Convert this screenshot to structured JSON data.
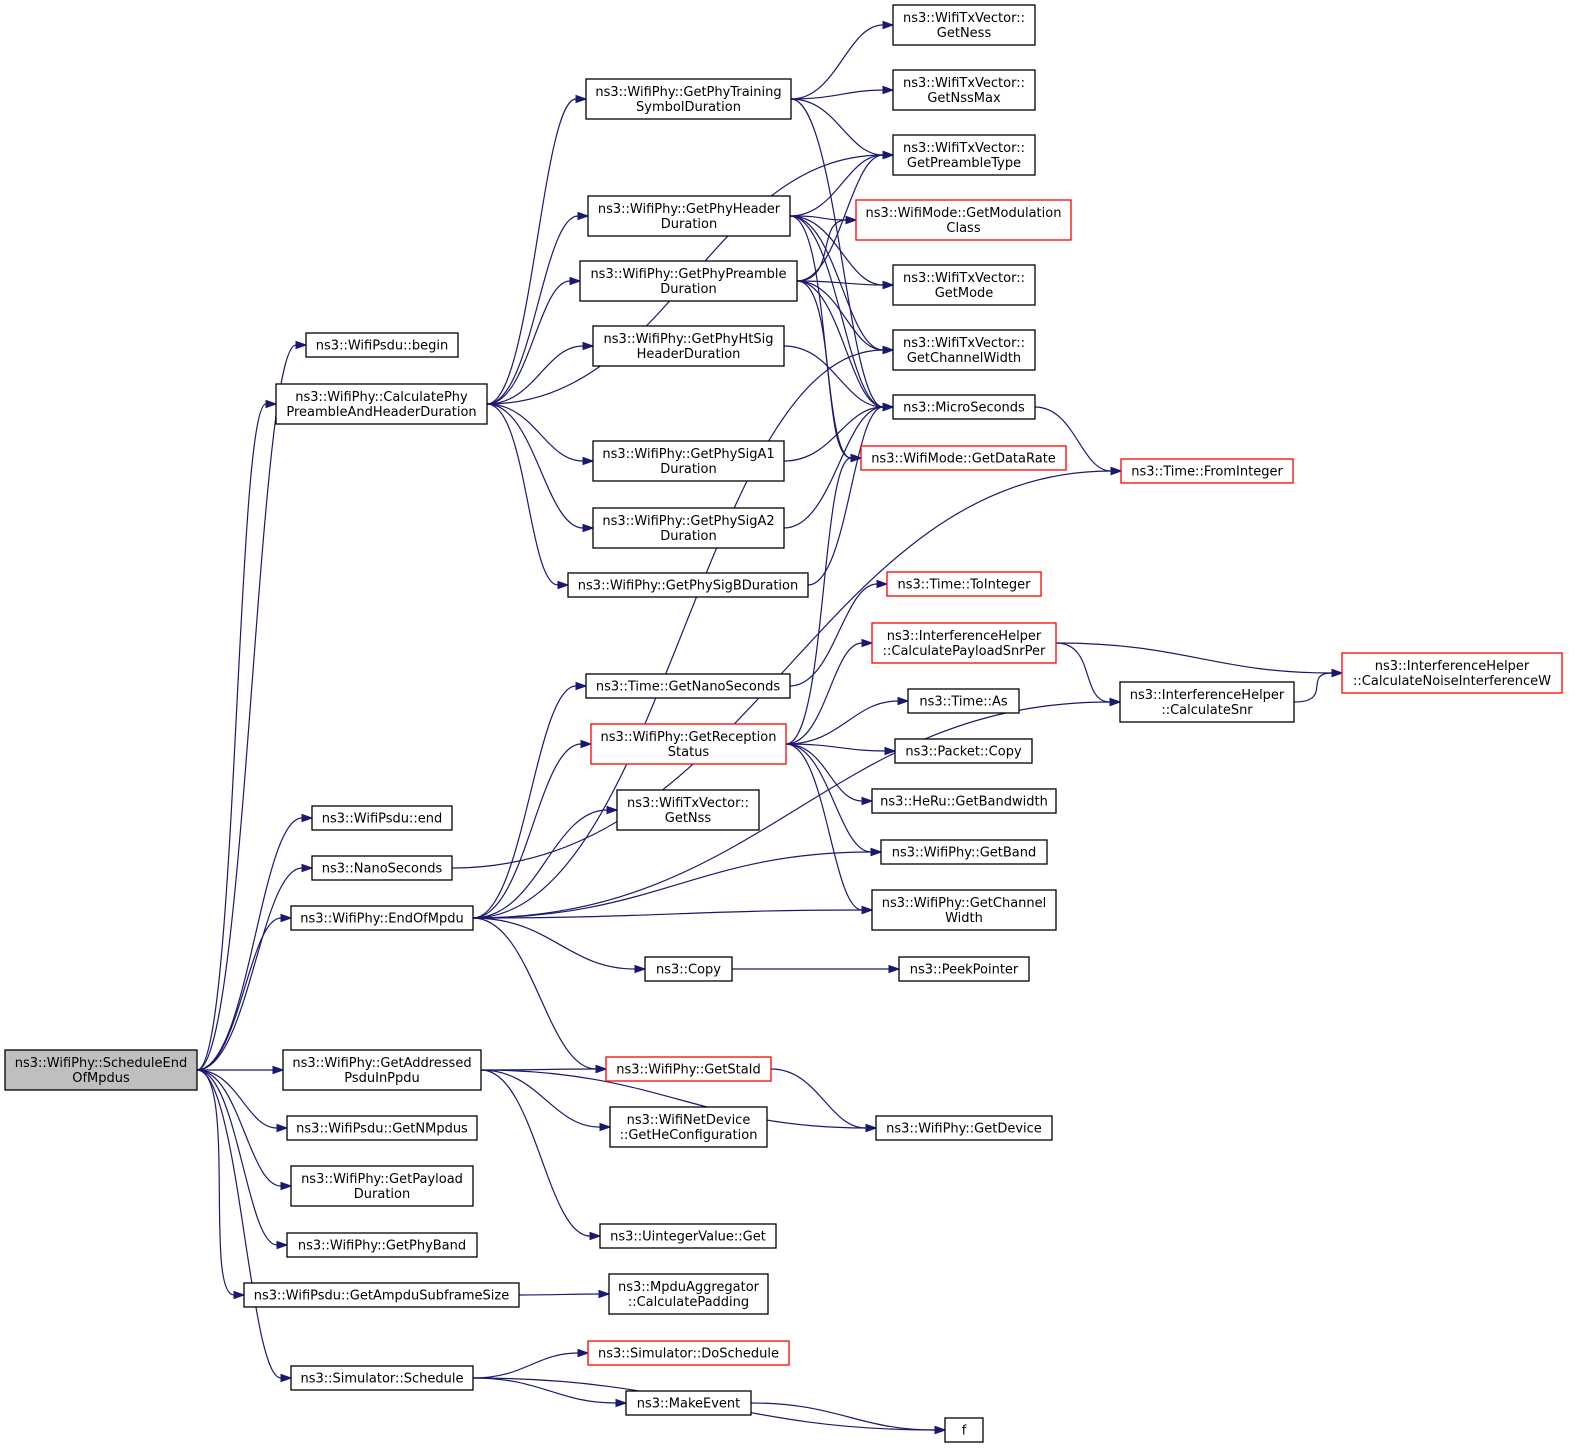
{
  "diagram": {
    "root": "n_root",
    "nodes": [
      {
        "id": "n_root",
        "lines": [
          "ns3::WifiPhy::ScheduleEnd",
          "OfMpdus"
        ],
        "kind": "root"
      },
      {
        "id": "n_begin",
        "lines": [
          "ns3::WifiPsdu::begin"
        ],
        "kind": "normal"
      },
      {
        "id": "n_calcpre",
        "lines": [
          "ns3::WifiPhy::CalculatePhy",
          "PreambleAndHeaderDuration"
        ],
        "kind": "normal"
      },
      {
        "id": "n_end",
        "lines": [
          "ns3::WifiPsdu::end"
        ],
        "kind": "normal"
      },
      {
        "id": "n_nanos",
        "lines": [
          "ns3::NanoSeconds"
        ],
        "kind": "normal"
      },
      {
        "id": "n_endofmpdu",
        "lines": [
          "ns3::WifiPhy::EndOfMpdu"
        ],
        "kind": "normal"
      },
      {
        "id": "n_getaddr",
        "lines": [
          "ns3::WifiPhy::GetAddressed",
          "PsduInPpdu"
        ],
        "kind": "normal"
      },
      {
        "id": "n_getnmpdus",
        "lines": [
          "ns3::WifiPsdu::GetNMpdus"
        ],
        "kind": "normal"
      },
      {
        "id": "n_getpayload",
        "lines": [
          "ns3::WifiPhy::GetPayload",
          "Duration"
        ],
        "kind": "normal"
      },
      {
        "id": "n_getphyband",
        "lines": [
          "ns3::WifiPhy::GetPhyBand"
        ],
        "kind": "normal"
      },
      {
        "id": "n_ampdusub",
        "lines": [
          "ns3::WifiPsdu::GetAmpduSubframeSize"
        ],
        "kind": "normal"
      },
      {
        "id": "n_simsched",
        "lines": [
          "ns3::Simulator::Schedule"
        ],
        "kind": "normal"
      },
      {
        "id": "n_training",
        "lines": [
          "ns3::WifiPhy::GetPhyTraining",
          "SymbolDuration"
        ],
        "kind": "normal"
      },
      {
        "id": "n_header",
        "lines": [
          "ns3::WifiPhy::GetPhyHeader",
          "Duration"
        ],
        "kind": "normal"
      },
      {
        "id": "n_preamble",
        "lines": [
          "ns3::WifiPhy::GetPhyPreamble",
          "Duration"
        ],
        "kind": "normal"
      },
      {
        "id": "n_htsig",
        "lines": [
          "ns3::WifiPhy::GetPhyHtSig",
          "HeaderDuration"
        ],
        "kind": "normal"
      },
      {
        "id": "n_siga1",
        "lines": [
          "ns3::WifiPhy::GetPhySigA1",
          "Duration"
        ],
        "kind": "normal"
      },
      {
        "id": "n_siga2",
        "lines": [
          "ns3::WifiPhy::GetPhySigA2",
          "Duration"
        ],
        "kind": "normal"
      },
      {
        "id": "n_sigb",
        "lines": [
          "ns3::WifiPhy::GetPhySigBDuration"
        ],
        "kind": "normal"
      },
      {
        "id": "n_getnanosec",
        "lines": [
          "ns3::Time::GetNanoSeconds"
        ],
        "kind": "normal"
      },
      {
        "id": "n_recstatus",
        "lines": [
          "ns3::WifiPhy::GetReception",
          "Status"
        ],
        "kind": "red"
      },
      {
        "id": "n_getnss",
        "lines": [
          "ns3::WifiTxVector::",
          "GetNss"
        ],
        "kind": "normal"
      },
      {
        "id": "n_copy",
        "lines": [
          "ns3::Copy"
        ],
        "kind": "normal"
      },
      {
        "id": "n_getstaid",
        "lines": [
          "ns3::WifiPhy::GetStaId"
        ],
        "kind": "red"
      },
      {
        "id": "n_hecfg",
        "lines": [
          "ns3::WifiNetDevice",
          "::GetHeConfiguration"
        ],
        "kind": "normal"
      },
      {
        "id": "n_uintget",
        "lines": [
          "ns3::UintegerValue::Get"
        ],
        "kind": "normal"
      },
      {
        "id": "n_calcpad",
        "lines": [
          "ns3::MpduAggregator",
          "::CalculatePadding"
        ],
        "kind": "normal"
      },
      {
        "id": "n_dosched",
        "lines": [
          "ns3::Simulator::DoSchedule"
        ],
        "kind": "red"
      },
      {
        "id": "n_makeevent",
        "lines": [
          "ns3::MakeEvent"
        ],
        "kind": "normal"
      },
      {
        "id": "n_getness",
        "lines": [
          "ns3::WifiTxVector::",
          "GetNess"
        ],
        "kind": "normal"
      },
      {
        "id": "n_getnssmax",
        "lines": [
          "ns3::WifiTxVector::",
          "GetNssMax"
        ],
        "kind": "normal"
      },
      {
        "id": "n_preambletype",
        "lines": [
          "ns3::WifiTxVector::",
          "GetPreambleType"
        ],
        "kind": "normal"
      },
      {
        "id": "n_modclass",
        "lines": [
          "ns3::WifiMode::GetModulation",
          "Class"
        ],
        "kind": "red"
      },
      {
        "id": "n_getmode",
        "lines": [
          "ns3::WifiTxVector::",
          "GetMode"
        ],
        "kind": "normal"
      },
      {
        "id": "n_chwidthtx",
        "lines": [
          "ns3::WifiTxVector::",
          "GetChannelWidth"
        ],
        "kind": "normal"
      },
      {
        "id": "n_micro",
        "lines": [
          "ns3::MicroSeconds"
        ],
        "kind": "normal"
      },
      {
        "id": "n_datarate",
        "lines": [
          "ns3::WifiMode::GetDataRate"
        ],
        "kind": "red"
      },
      {
        "id": "n_tointeger",
        "lines": [
          "ns3::Time::ToInteger"
        ],
        "kind": "red"
      },
      {
        "id": "n_calcpsnr",
        "lines": [
          "ns3::InterferenceHelper",
          "::CalculatePayloadSnrPer"
        ],
        "kind": "red"
      },
      {
        "id": "n_timeas",
        "lines": [
          "ns3::Time::As"
        ],
        "kind": "normal"
      },
      {
        "id": "n_pktcopy",
        "lines": [
          "ns3::Packet::Copy"
        ],
        "kind": "normal"
      },
      {
        "id": "n_herubw",
        "lines": [
          "ns3::HeRu::GetBandwidth"
        ],
        "kind": "normal"
      },
      {
        "id": "n_getband",
        "lines": [
          "ns3::WifiPhy::GetBand"
        ],
        "kind": "normal"
      },
      {
        "id": "n_chwidthphy",
        "lines": [
          "ns3::WifiPhy::GetChannel",
          "Width"
        ],
        "kind": "normal"
      },
      {
        "id": "n_peek",
        "lines": [
          "ns3::PeekPointer"
        ],
        "kind": "normal"
      },
      {
        "id": "n_getdevice",
        "lines": [
          "ns3::WifiPhy::GetDevice"
        ],
        "kind": "normal"
      },
      {
        "id": "n_f",
        "lines": [
          "f"
        ],
        "kind": "normal"
      },
      {
        "id": "n_frominteger",
        "lines": [
          "ns3::Time::FromInteger"
        ],
        "kind": "red"
      },
      {
        "id": "n_calcsnr",
        "lines": [
          "ns3::InterferenceHelper",
          "::CalculateSnr"
        ],
        "kind": "normal"
      },
      {
        "id": "n_calcnoise",
        "lines": [
          "ns3::InterferenceHelper",
          "::CalculateNoiseInterferenceW"
        ],
        "kind": "red"
      }
    ],
    "edges": [
      [
        "n_root",
        "n_begin"
      ],
      [
        "n_root",
        "n_calcpre"
      ],
      [
        "n_root",
        "n_end"
      ],
      [
        "n_root",
        "n_nanos"
      ],
      [
        "n_root",
        "n_endofmpdu"
      ],
      [
        "n_root",
        "n_getaddr"
      ],
      [
        "n_root",
        "n_getnmpdus"
      ],
      [
        "n_root",
        "n_getpayload"
      ],
      [
        "n_root",
        "n_getphyband"
      ],
      [
        "n_root",
        "n_ampdusub"
      ],
      [
        "n_root",
        "n_simsched"
      ],
      [
        "n_calcpre",
        "n_training"
      ],
      [
        "n_calcpre",
        "n_preambletype"
      ],
      [
        "n_calcpre",
        "n_header"
      ],
      [
        "n_calcpre",
        "n_preamble"
      ],
      [
        "n_calcpre",
        "n_htsig"
      ],
      [
        "n_calcpre",
        "n_siga1"
      ],
      [
        "n_calcpre",
        "n_siga2"
      ],
      [
        "n_calcpre",
        "n_sigb"
      ],
      [
        "n_training",
        "n_getness"
      ],
      [
        "n_training",
        "n_getnssmax"
      ],
      [
        "n_training",
        "n_preambletype"
      ],
      [
        "n_training",
        "n_micro"
      ],
      [
        "n_header",
        "n_preambletype"
      ],
      [
        "n_header",
        "n_modclass"
      ],
      [
        "n_header",
        "n_getmode"
      ],
      [
        "n_header",
        "n_chwidthtx"
      ],
      [
        "n_header",
        "n_micro"
      ],
      [
        "n_header",
        "n_datarate"
      ],
      [
        "n_preamble",
        "n_preambletype"
      ],
      [
        "n_preamble",
        "n_modclass"
      ],
      [
        "n_preamble",
        "n_getmode"
      ],
      [
        "n_preamble",
        "n_chwidthtx"
      ],
      [
        "n_preamble",
        "n_micro"
      ],
      [
        "n_preamble",
        "n_datarate"
      ],
      [
        "n_htsig",
        "n_micro"
      ],
      [
        "n_siga1",
        "n_micro"
      ],
      [
        "n_siga2",
        "n_micro"
      ],
      [
        "n_sigb",
        "n_micro"
      ],
      [
        "n_micro",
        "n_frominteger"
      ],
      [
        "n_nanos",
        "n_frominteger"
      ],
      [
        "n_endofmpdu",
        "n_chwidthtx"
      ],
      [
        "n_endofmpdu",
        "n_getnanosec"
      ],
      [
        "n_endofmpdu",
        "n_recstatus"
      ],
      [
        "n_endofmpdu",
        "n_getnss"
      ],
      [
        "n_endofmpdu",
        "n_getband"
      ],
      [
        "n_endofmpdu",
        "n_chwidthphy"
      ],
      [
        "n_endofmpdu",
        "n_copy"
      ],
      [
        "n_endofmpdu",
        "n_getstaid"
      ],
      [
        "n_endofmpdu",
        "n_calcsnr"
      ],
      [
        "n_getnanosec",
        "n_tointeger"
      ],
      [
        "n_recstatus",
        "n_datarate"
      ],
      [
        "n_recstatus",
        "n_calcpsnr"
      ],
      [
        "n_recstatus",
        "n_timeas"
      ],
      [
        "n_recstatus",
        "n_pktcopy"
      ],
      [
        "n_recstatus",
        "n_herubw"
      ],
      [
        "n_recstatus",
        "n_getband"
      ],
      [
        "n_recstatus",
        "n_chwidthphy"
      ],
      [
        "n_calcpsnr",
        "n_calcnoise"
      ],
      [
        "n_calcpsnr",
        "n_calcsnr"
      ],
      [
        "n_calcsnr",
        "n_calcnoise"
      ],
      [
        "n_copy",
        "n_peek"
      ],
      [
        "n_getaddr",
        "n_getstaid"
      ],
      [
        "n_getaddr",
        "n_hecfg"
      ],
      [
        "n_getaddr",
        "n_getdevice"
      ],
      [
        "n_getaddr",
        "n_uintget"
      ],
      [
        "n_getstaid",
        "n_getdevice"
      ],
      [
        "n_ampdusub",
        "n_calcpad"
      ],
      [
        "n_simsched",
        "n_dosched"
      ],
      [
        "n_simsched",
        "n_makeevent"
      ],
      [
        "n_simsched",
        "n_f"
      ],
      [
        "n_makeevent",
        "n_f"
      ]
    ]
  },
  "colors": {
    "edge": "#191970",
    "node_border": "#000000",
    "node_border_red": "#ff0000",
    "root_fill": "#bfbfbf",
    "node_fill": "#ffffff"
  }
}
